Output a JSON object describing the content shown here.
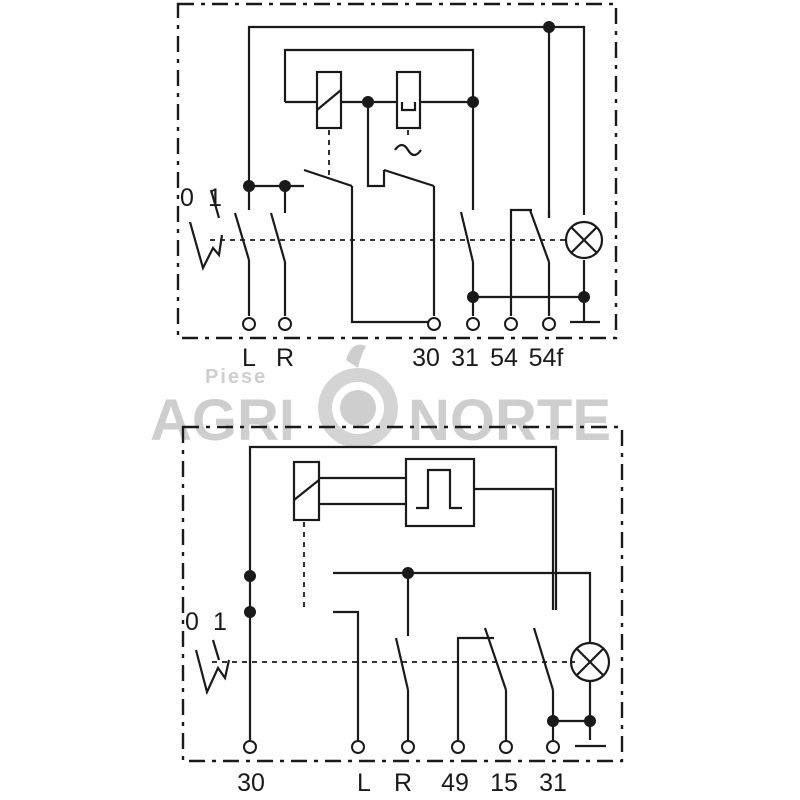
{
  "watermark": {
    "small": "Piese",
    "left": "AGRI",
    "right": "NORTE"
  },
  "top_diagram": {
    "switch_positions": [
      "0",
      "1"
    ],
    "terminals": [
      "L",
      "R",
      "30",
      "31",
      "54",
      "54f"
    ]
  },
  "bottom_diagram": {
    "switch_positions": [
      "0",
      "1"
    ],
    "terminals": [
      "30",
      "L",
      "R",
      "49",
      "15",
      "31"
    ]
  }
}
